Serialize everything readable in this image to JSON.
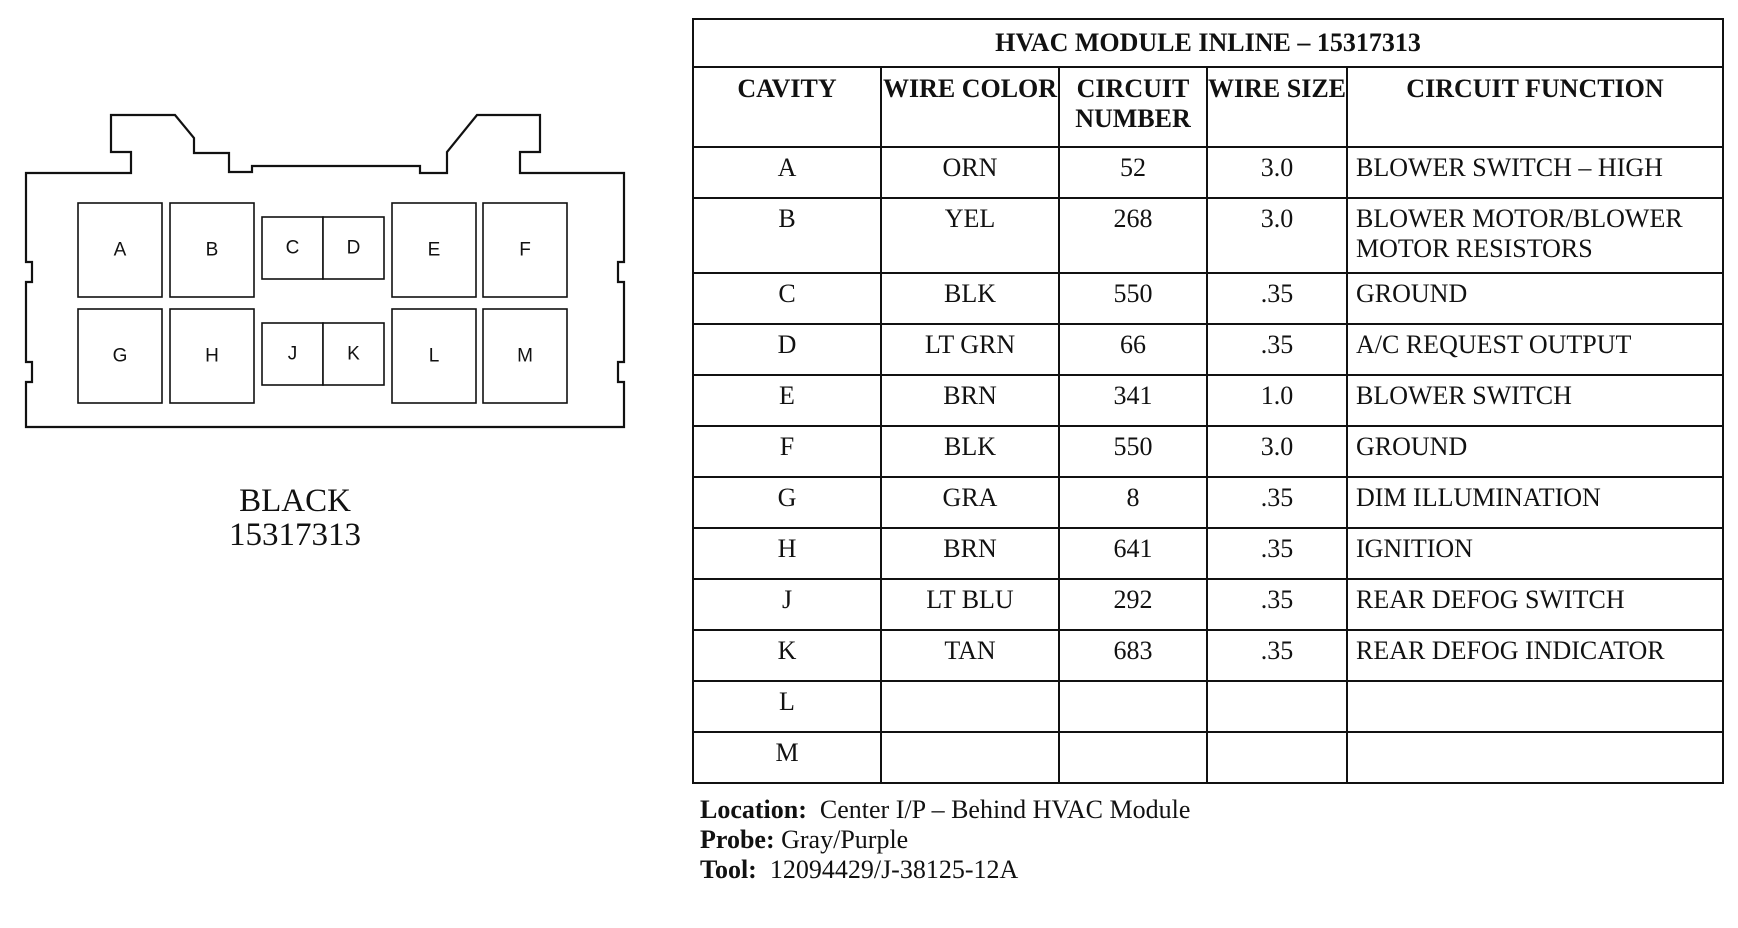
{
  "connector": {
    "color_label": "BLACK",
    "part_number": "15317313",
    "cavities_top": [
      "A",
      "B",
      "C",
      "D",
      "E",
      "F"
    ],
    "cavities_bottom": [
      "G",
      "H",
      "J",
      "K",
      "L",
      "M"
    ]
  },
  "table": {
    "title": "HVAC MODULE INLINE – 15317313",
    "headers": [
      "CAVITY",
      "WIRE COLOR",
      "CIRCUIT NUMBER",
      "WIRE SIZE",
      "CIRCUIT FUNCTION"
    ],
    "rows": [
      {
        "cavity": "A",
        "color": "ORN",
        "circuit": "52",
        "size": "3.0",
        "function": "BLOWER SWITCH – HIGH"
      },
      {
        "cavity": "B",
        "color": "YEL",
        "circuit": "268",
        "size": "3.0",
        "function": "BLOWER MOTOR/BLOWER MOTOR RESISTORS"
      },
      {
        "cavity": "C",
        "color": "BLK",
        "circuit": "550",
        "size": ".35",
        "function": "GROUND"
      },
      {
        "cavity": "D",
        "color": "LT GRN",
        "circuit": "66",
        "size": ".35",
        "function": "A/C REQUEST OUTPUT"
      },
      {
        "cavity": "E",
        "color": "BRN",
        "circuit": "341",
        "size": "1.0",
        "function": "BLOWER SWITCH"
      },
      {
        "cavity": "F",
        "color": "BLK",
        "circuit": "550",
        "size": "3.0",
        "function": "GROUND"
      },
      {
        "cavity": "G",
        "color": "GRA",
        "circuit": "8",
        "size": ".35",
        "function": "DIM ILLUMINATION"
      },
      {
        "cavity": "H",
        "color": "BRN",
        "circuit": "641",
        "size": ".35",
        "function": "IGNITION"
      },
      {
        "cavity": "J",
        "color": "LT BLU",
        "circuit": "292",
        "size": ".35",
        "function": "REAR DEFOG SWITCH"
      },
      {
        "cavity": "K",
        "color": "TAN",
        "circuit": "683",
        "size": ".35",
        "function": "REAR DEFOG INDICATOR"
      },
      {
        "cavity": "L",
        "color": "",
        "circuit": "",
        "size": "",
        "function": ""
      },
      {
        "cavity": "M",
        "color": "",
        "circuit": "",
        "size": "",
        "function": ""
      }
    ]
  },
  "notes": {
    "location_label": "Location:",
    "location_value": "Center I/P – Behind HVAC Module",
    "probe_label": "Probe:",
    "probe_value": "Gray/Purple",
    "tool_label": "Tool:",
    "tool_value": "12094429/J-38125-12A"
  }
}
